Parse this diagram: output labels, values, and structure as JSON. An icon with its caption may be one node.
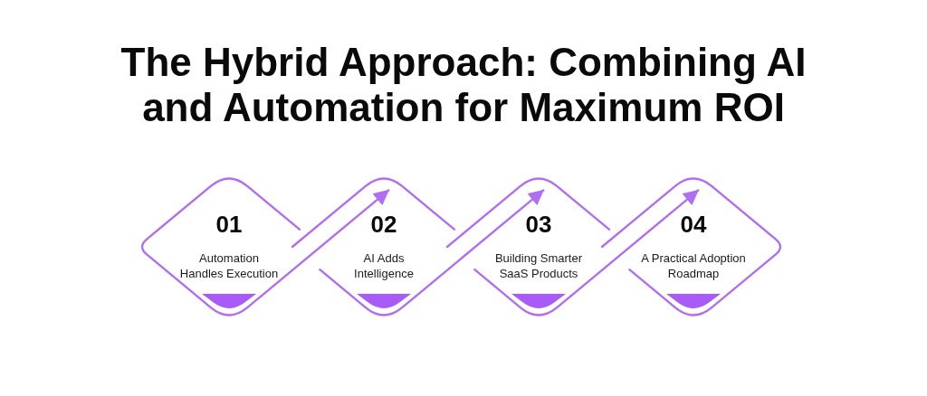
{
  "diagram": {
    "title": "The Hybrid Approach: Combining AI and Automation for Maximum ROI",
    "nodes": [
      {
        "text": [
          "01",
          "Automation Handles Execution"
        ]
      },
      {
        "text": [
          "02",
          "AI Adds Intelligence"
        ]
      },
      {
        "text": [
          "03",
          "Building Smarter SaaS Products"
        ]
      },
      {
        "text": [
          "04",
          "A Practical Adoption Roadmap"
        ]
      }
    ],
    "edges": [
      {
        "from": 0,
        "to": 1,
        "arrow": "to"
      },
      {
        "from": 1,
        "to": 2,
        "arrow": "to"
      },
      {
        "from": 2,
        "to": 3,
        "arrow": "to"
      }
    ]
  }
}
